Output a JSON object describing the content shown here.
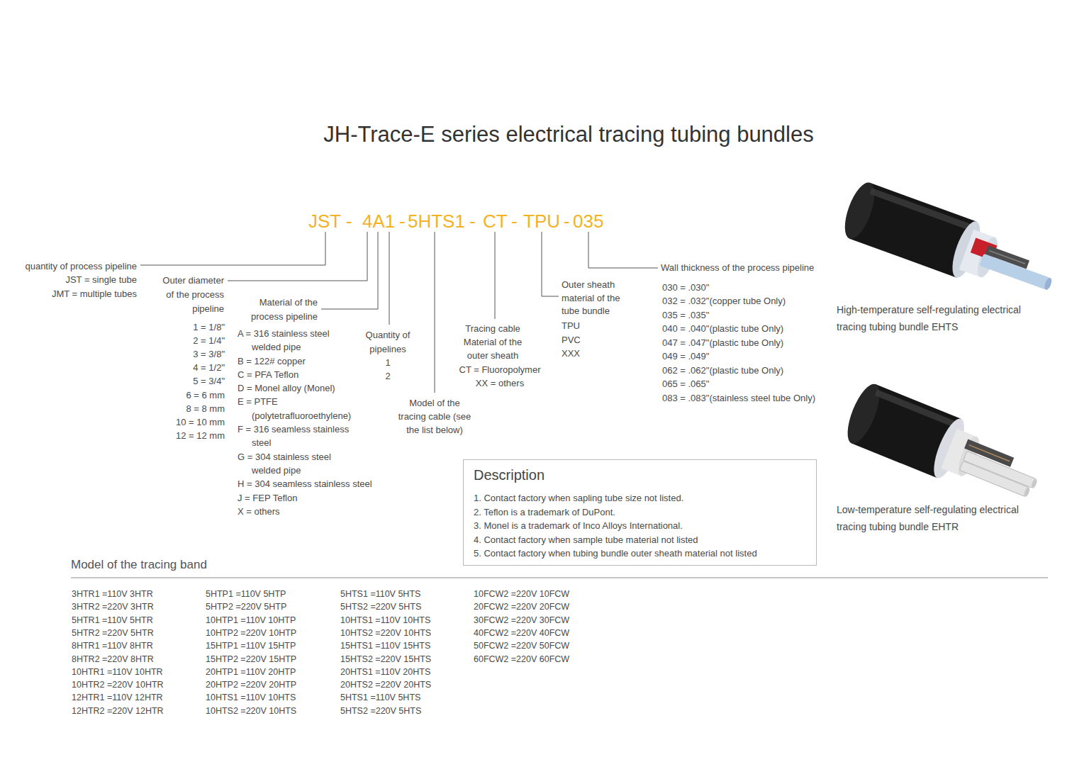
{
  "diagram": {
    "title": "JH-Trace-E series electrical tracing tubing bundles",
    "nodes": [
      {
        "text": [
          "Description",
          "1. Contact factory when sapling tube size not listed.",
          "2. Teflon is a trademark of DuPont.",
          "3. Monel is a trademark of Inco Alloys International.",
          "4. Contact factory when sample tube material not listed",
          "5. Contact factory when tubing bundle outer sheath material not listed"
        ]
      }
    ],
    "labels": [
      "JST",
      "-",
      "4A1",
      "-",
      "5HTS1",
      "-",
      "CT",
      "-",
      "TPU",
      "-",
      "035",
      "quantity of process pipeline",
      "JST = single tube",
      "JMT = multiple tubes",
      "Outer diameter of the process pipeline",
      "1 = 1/8\"",
      "2 = 1/4\"",
      "3 = 3/8\"",
      "4 = 1/2\"",
      "5 = 3/4\"",
      "6 = 6 mm",
      "8 = 8 mm",
      "10 = 10 mm",
      "12 = 12 mm",
      "Material of the process pipeline",
      "A = 316 stainless steel welded pipe",
      "B = 122# copper",
      "C = PFA Teflon",
      "D = Monel alloy (Monel)",
      "E = PTFE (polytetrafluoroethylene)",
      "F = 316 seamless stainless steel",
      "G = 304 stainless steel welded pipe",
      "H = 304 seamless stainless steel",
      "J = FEP Teflon",
      "X = others",
      "Quantity of pipelines",
      "1",
      "2",
      "Model of the tracing cable (see the list below)",
      "Tracing cable Material of the outer sheath",
      "CT = Fluoropolymer",
      "XX = others",
      "Outer sheath material of the tube bundle",
      "TPU",
      "PVC",
      "XXX",
      "Wall thickness of the process pipeline",
      "030 = .030\"",
      "032 = .032\"(copper tube Only)",
      "035 = .035\"",
      "040 = .040\"(plastic tube Only)",
      "047 = .047\"(plastic tube Only)",
      "049 = .049\"",
      "062 = .062\"(plastic tube Only)",
      "065 = .065\"",
      "083 = .083\"(stainless steel tube Only)",
      "High-temperature self-regulating electrical tracing tubing bundle EHTS",
      "Low-temperature self-regulating electrical tracing tubing bundle EHTR",
      "Model of the tracing band",
      "3HTR1 =110V 3HTR",
      "3HTR2 =220V 3HTR",
      "5HTR1 =110V 5HTR",
      "5HTR2 =220V 5HTR",
      "8HTR1 =110V 8HTR",
      "8HTR2 =220V 8HTR",
      "10HTR1 =110V 10HTR",
      "10HTR2 =220V 10HTR",
      "12HTR1 =110V 12HTR",
      "12HTR2 =220V 12HTR",
      "5HTP1 =110V 5HTP",
      "5HTP2 =220V 5HTP",
      "10HTP1 =110V 10HTP",
      "10HTP2 =220V 10HTP",
      "15HTP1 =110V 15HTP",
      "15HTP2 =220V 15HTP",
      "20HTP1 =110V 20HTP",
      "20HTP2 =220V 20HTP",
      "10HTS1 =110V 10HTS",
      "10HTS2 =220V 10HTS",
      "5HTS1 =110V 5HTS",
      "5HTS2 =220V 5HTS",
      "10HTS1 =110V 10HTS",
      "10HTS2 =220V 10HTS",
      "15HTS1 =110V 15HTS",
      "15HTS2 =220V 15HTS",
      "20HTS1 =110V 20HTS",
      "20HTS2 =220V 20HTS",
      "5HTS1 =110V 5HTS",
      "5HTS2 =220V 5HTS",
      "10FCW2 =220V 10FCW",
      "20FCW2 =220V 20FCW",
      "30FCW2 =220V 30FCW",
      "40FCW2 =220V 40FCW",
      "50FCW2 =220V 50FCW",
      "60FCW2 =220V 60FCW"
    ]
  }
}
